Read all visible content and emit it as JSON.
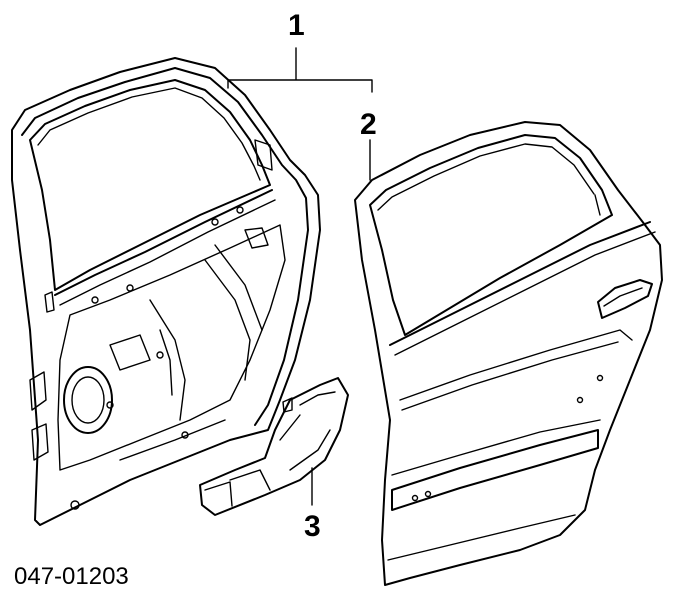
{
  "diagram": {
    "part_number": "047-01203",
    "callouts": [
      {
        "id": "1",
        "label": "1"
      },
      {
        "id": "2",
        "label": "2"
      },
      {
        "id": "3",
        "label": "3"
      }
    ]
  }
}
